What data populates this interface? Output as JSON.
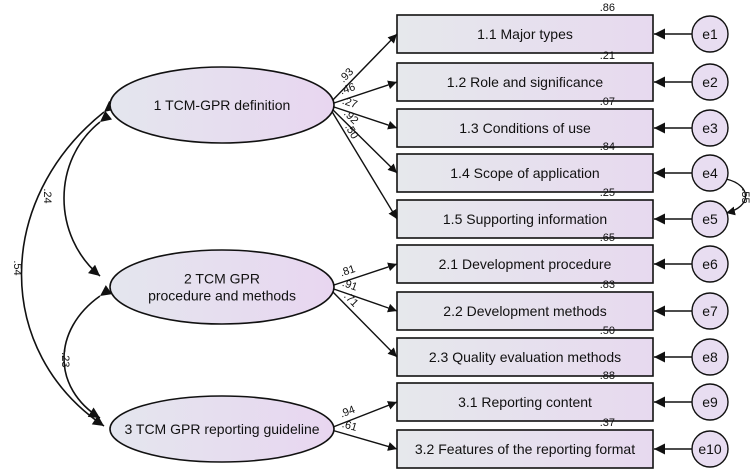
{
  "colors": {
    "box_left": "#e6e8ec",
    "box_right": "#e7d9ef",
    "ellipse_left": "#e4e6ee",
    "ellipse_right": "#e8d6f0",
    "error_fill": "#e8ddf1",
    "stroke": "#111111"
  },
  "factors": [
    {
      "id": "f1",
      "lines": [
        "1 TCM-GPR definition"
      ]
    },
    {
      "id": "f2",
      "lines": [
        "2 TCM GPR",
        "procedure and methods"
      ]
    },
    {
      "id": "f3",
      "lines": [
        "3 TCM GPR reporting guideline"
      ]
    }
  ],
  "indicators": [
    {
      "label": "1.1 Major types",
      "factor": "f1",
      "loading": ".93",
      "r2": ".86",
      "error": "e1"
    },
    {
      "label": "1.2 Role and significance",
      "factor": "f1",
      "loading": ".46",
      "r2": ".21",
      "error": "e2"
    },
    {
      "label": "1.3 Conditions of use",
      "factor": "f1",
      "loading": ".27",
      "r2": ".07",
      "error": "e3"
    },
    {
      "label": "1.4 Scope of application",
      "factor": "f1",
      "loading": ".92",
      "r2": ".84",
      "error": "e4"
    },
    {
      "label": "1.5 Supporting information",
      "factor": "f1",
      "loading": ".50",
      "r2": ".25",
      "error": "e5"
    },
    {
      "label": "2.1 Development procedure",
      "factor": "f2",
      "loading": ".81",
      "r2": ".65",
      "error": "e6"
    },
    {
      "label": "2.2 Development methods",
      "factor": "f2",
      "loading": ".91",
      "r2": ".83",
      "error": "e7"
    },
    {
      "label": "2.3 Quality evaluation methods",
      "factor": "f2",
      "loading": ".71",
      "r2": ".50",
      "error": "e8"
    },
    {
      "label": "3.1 Reporting content",
      "factor": "f3",
      "loading": ".94",
      "r2": ".88",
      "error": "e9"
    },
    {
      "label": "3.2 Features of the reporting format",
      "factor": "f3",
      "loading": ".61",
      "r2": ".37",
      "error": "e10"
    }
  ],
  "correlations": [
    {
      "from": "f1",
      "to": "f2",
      "value": ".24"
    },
    {
      "from": "f2",
      "to": "f3",
      "value": "-.23"
    },
    {
      "from": "f1",
      "to": "f3",
      "value": ".54"
    }
  ],
  "error_covariances": [
    {
      "from": "e4",
      "to": "e5",
      "value": ".55"
    }
  ]
}
